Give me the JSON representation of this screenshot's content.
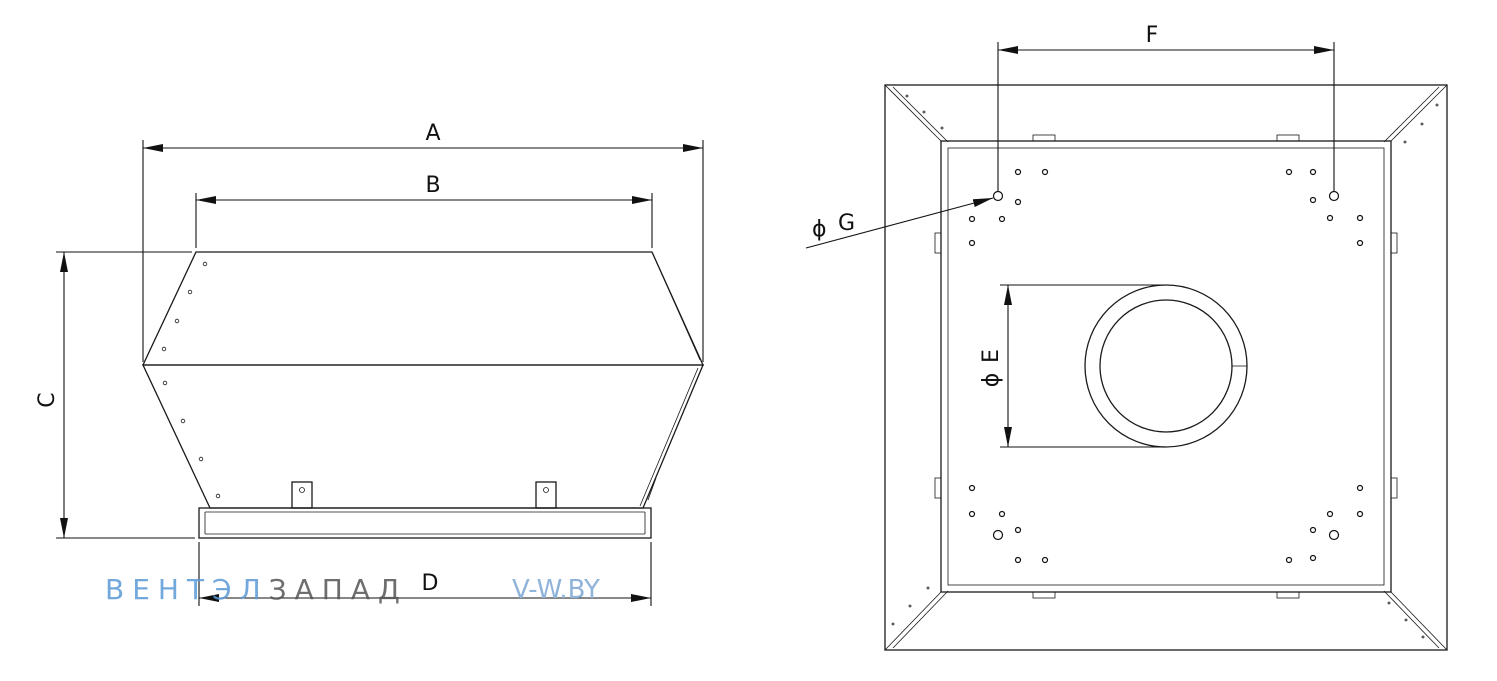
{
  "labels": {
    "A": "A",
    "B": "B",
    "C": "C",
    "D": "D",
    "E": "E",
    "F": "F",
    "G": "G",
    "diameter": "ϕ"
  },
  "watermark": {
    "part1": "ВЕНТЭЛ",
    "part2": "ЗАПАД",
    "url": "V-W.BY",
    "color1": "#5a9ad6",
    "color2": "#555555",
    "url_color": "#8fb3d9"
  }
}
